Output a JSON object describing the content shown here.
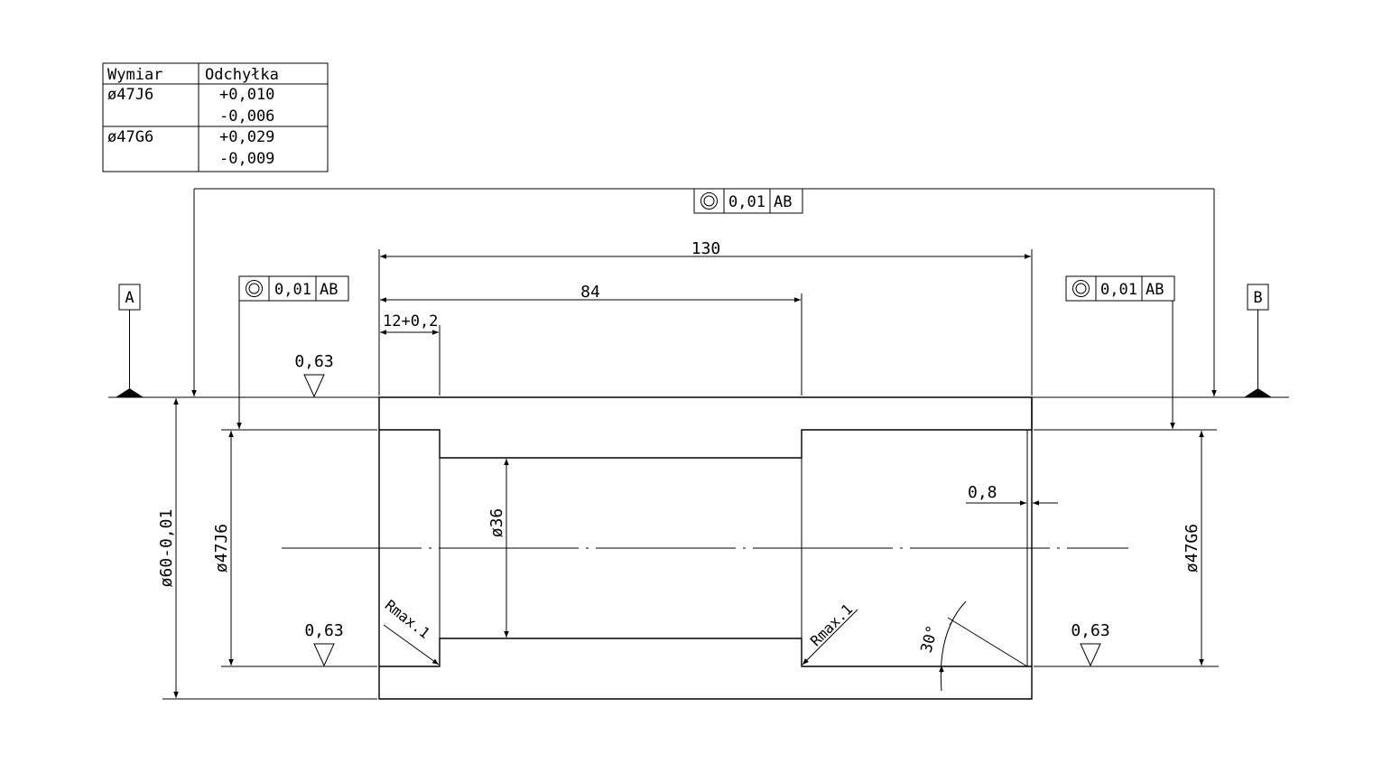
{
  "tolerance_table": {
    "headers": [
      "Wymiar",
      "Odchyłka"
    ],
    "rows": [
      {
        "size": "ø47J6",
        "upper": "+0,010",
        "lower": "-0,006"
      },
      {
        "size": "ø47G6",
        "upper": "+0,029",
        "lower": "-0,009"
      }
    ]
  },
  "datums": {
    "left": "A",
    "right": "B"
  },
  "frames": {
    "top": {
      "symbol": "concentricity",
      "tolerance": "0,01",
      "datum": "AB"
    },
    "left": {
      "symbol": "concentricity",
      "tolerance": "0,01",
      "datum": "AB"
    },
    "right": {
      "symbol": "concentricity",
      "tolerance": "0,01",
      "datum": "AB"
    }
  },
  "dimensions": {
    "overall_length": "130",
    "step_length": "84",
    "left_bore_depth": "12+0,2",
    "outer_diameter": "ø60-0,01",
    "bore_left": "ø47J6",
    "bore_right": "ø47G6",
    "bore_middle": "ø36",
    "wall_gap": "0,8",
    "chamfer_angle": "30°",
    "radius_left": "Rmax.1",
    "radius_right": "Rmax.1"
  },
  "roughness": {
    "top_left": "0,63",
    "bottom_left": "0,63",
    "bottom_right": "0,63"
  }
}
